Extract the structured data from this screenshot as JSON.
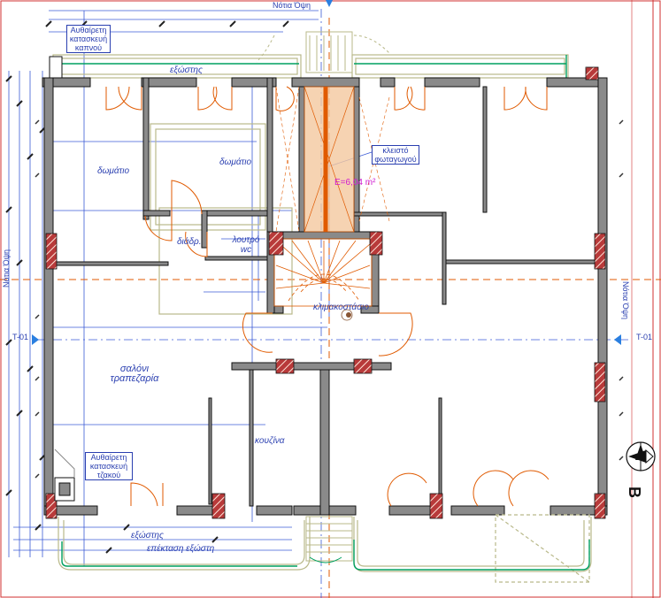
{
  "colors": {
    "wall": "#8a8a8a",
    "wall_edge": "#111111",
    "door": "#e05a00",
    "axis": "#e05a00",
    "dims": "#3b5bd6",
    "label": "#2a3fb0",
    "column_fill": "#b83a3a",
    "stair_fill": "#f5c9a0",
    "terrace_line": "#b9b98a",
    "railing": "#00a060",
    "area_text": "#d01ad0"
  },
  "labels": {
    "north_facade": "Νότια Όψη",
    "east_facade": "Νότια Όψη",
    "west_facade": "Νότια Όψη",
    "section_left": "T-01",
    "section_right": "T-01",
    "section_b": "B",
    "chimney_note": "Αυθαίρετη κατασκευή καπνού",
    "fireplace_note": "Αυθαίρετη κατασκευή τζακού",
    "shaft_note": "κλειστό φωταγωγού",
    "shaft_area": "Ε=6,04 m²",
    "terrace_top": "εξώστης",
    "terrace_bottom": "εξώστης",
    "terrace_extension": "επέκταση εξώστη",
    "room_left": "δωμάτιο",
    "room_mid": "δωμάτιο",
    "corridor": "διάδρ.",
    "bath": "λουτρό wc",
    "stairs": "κλιμακοστάσιο",
    "living": "σαλόνι τραπεζαρία",
    "kitchen": "κουζίνα"
  },
  "icons": {
    "north_arrow": "north-arrow-icon",
    "section_marker": "section-triangle-icon"
  }
}
